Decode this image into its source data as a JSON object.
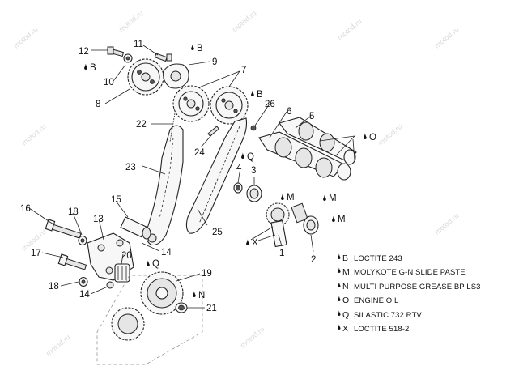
{
  "watermark": "motod.ru",
  "drop_symbol": "🌢",
  "callouts": {
    "n1": "1",
    "n2": "2",
    "n3": "3",
    "n4": "4",
    "n5": "5",
    "n6": "6",
    "n7": "7",
    "n8": "8",
    "n9": "9",
    "n10": "10",
    "n11": "11",
    "n12": "12",
    "n13": "13",
    "n14a": "14",
    "n14b": "14",
    "n15": "15",
    "n16": "16",
    "n17": "17",
    "n18a": "18",
    "n18b": "18",
    "n19": "19",
    "n20": "20",
    "n21": "21",
    "n22": "22",
    "n23": "23",
    "n24": "24",
    "n25": "25",
    "n26": "26"
  },
  "lube_marks": {
    "b1": "B",
    "b2": "B",
    "b3": "B",
    "o1": "O",
    "q1": "Q",
    "q2": "Q",
    "m1": "M",
    "m2": "M",
    "m3": "M",
    "x1": "X",
    "n1": "N"
  },
  "legend": [
    {
      "letter": "B",
      "text": "LOCTITE 243"
    },
    {
      "letter": "M",
      "text": "MOLYKOTE G-N SLIDE PASTE"
    },
    {
      "letter": "N",
      "text": "MULTI PURPOSE GREASE BP LS3"
    },
    {
      "letter": "O",
      "text": "ENGINE OIL"
    },
    {
      "letter": "Q",
      "text": "SILASTIC 732 RTV"
    },
    {
      "letter": "X",
      "text": "LOCTITE 518-2"
    }
  ]
}
